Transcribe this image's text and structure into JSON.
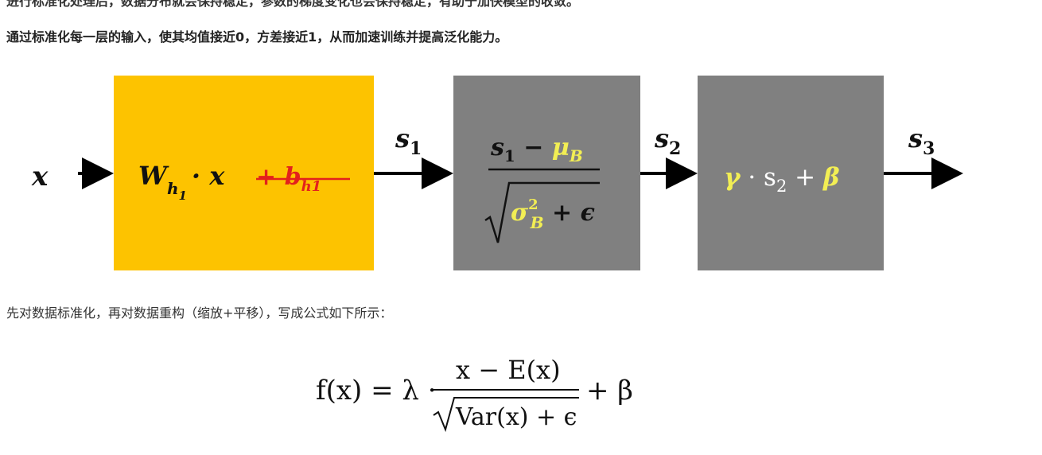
{
  "article": {
    "cutoff_line": "进行标准化处理后，数据分布就会保持稳定，参数的梯度变化也会保持稳定，有助于加快模型的收敛。",
    "summary": "通过标准化每一层的输入，使其均值接近0，方差接近1，从而加速训练并提高泛化能力。",
    "caption": "先对数据标准化，再对数据重构（缩放+平移），写成公式如下所示："
  },
  "diagram": {
    "input": "x",
    "block1": {
      "w": "W",
      "w_sub": "h",
      "w_subsub": "1",
      "dot_x": "· x",
      "bias": "+ b",
      "bias_sub": "h1"
    },
    "label_s1": "s",
    "label_s1_sub": "1",
    "block2": {
      "num": "s",
      "num_sub": "1",
      "minus": " − ",
      "mu": "μ",
      "mu_sub": "B",
      "sigma": "σ",
      "sigma_sup": "2",
      "sigma_sub": "B",
      "plus_eps": " + ϵ"
    },
    "label_s2": "s",
    "label_s2_sub": "2",
    "block3": {
      "gamma": "γ",
      "dot": " · s",
      "s_sub": "2",
      "plus": " + ",
      "beta": "β"
    },
    "label_s3": "s",
    "label_s3_sub": "3",
    "colors": {
      "block1": "#FDC300",
      "block2": "#808080",
      "block3": "#808080",
      "bias": "#E3211C",
      "highlight": "#F2EE54"
    }
  },
  "formula": {
    "lhs": "f(x) = λ ·",
    "numerator": "x − E(x)",
    "radicand": "Var(x) + ϵ",
    "tail": "+ β"
  }
}
